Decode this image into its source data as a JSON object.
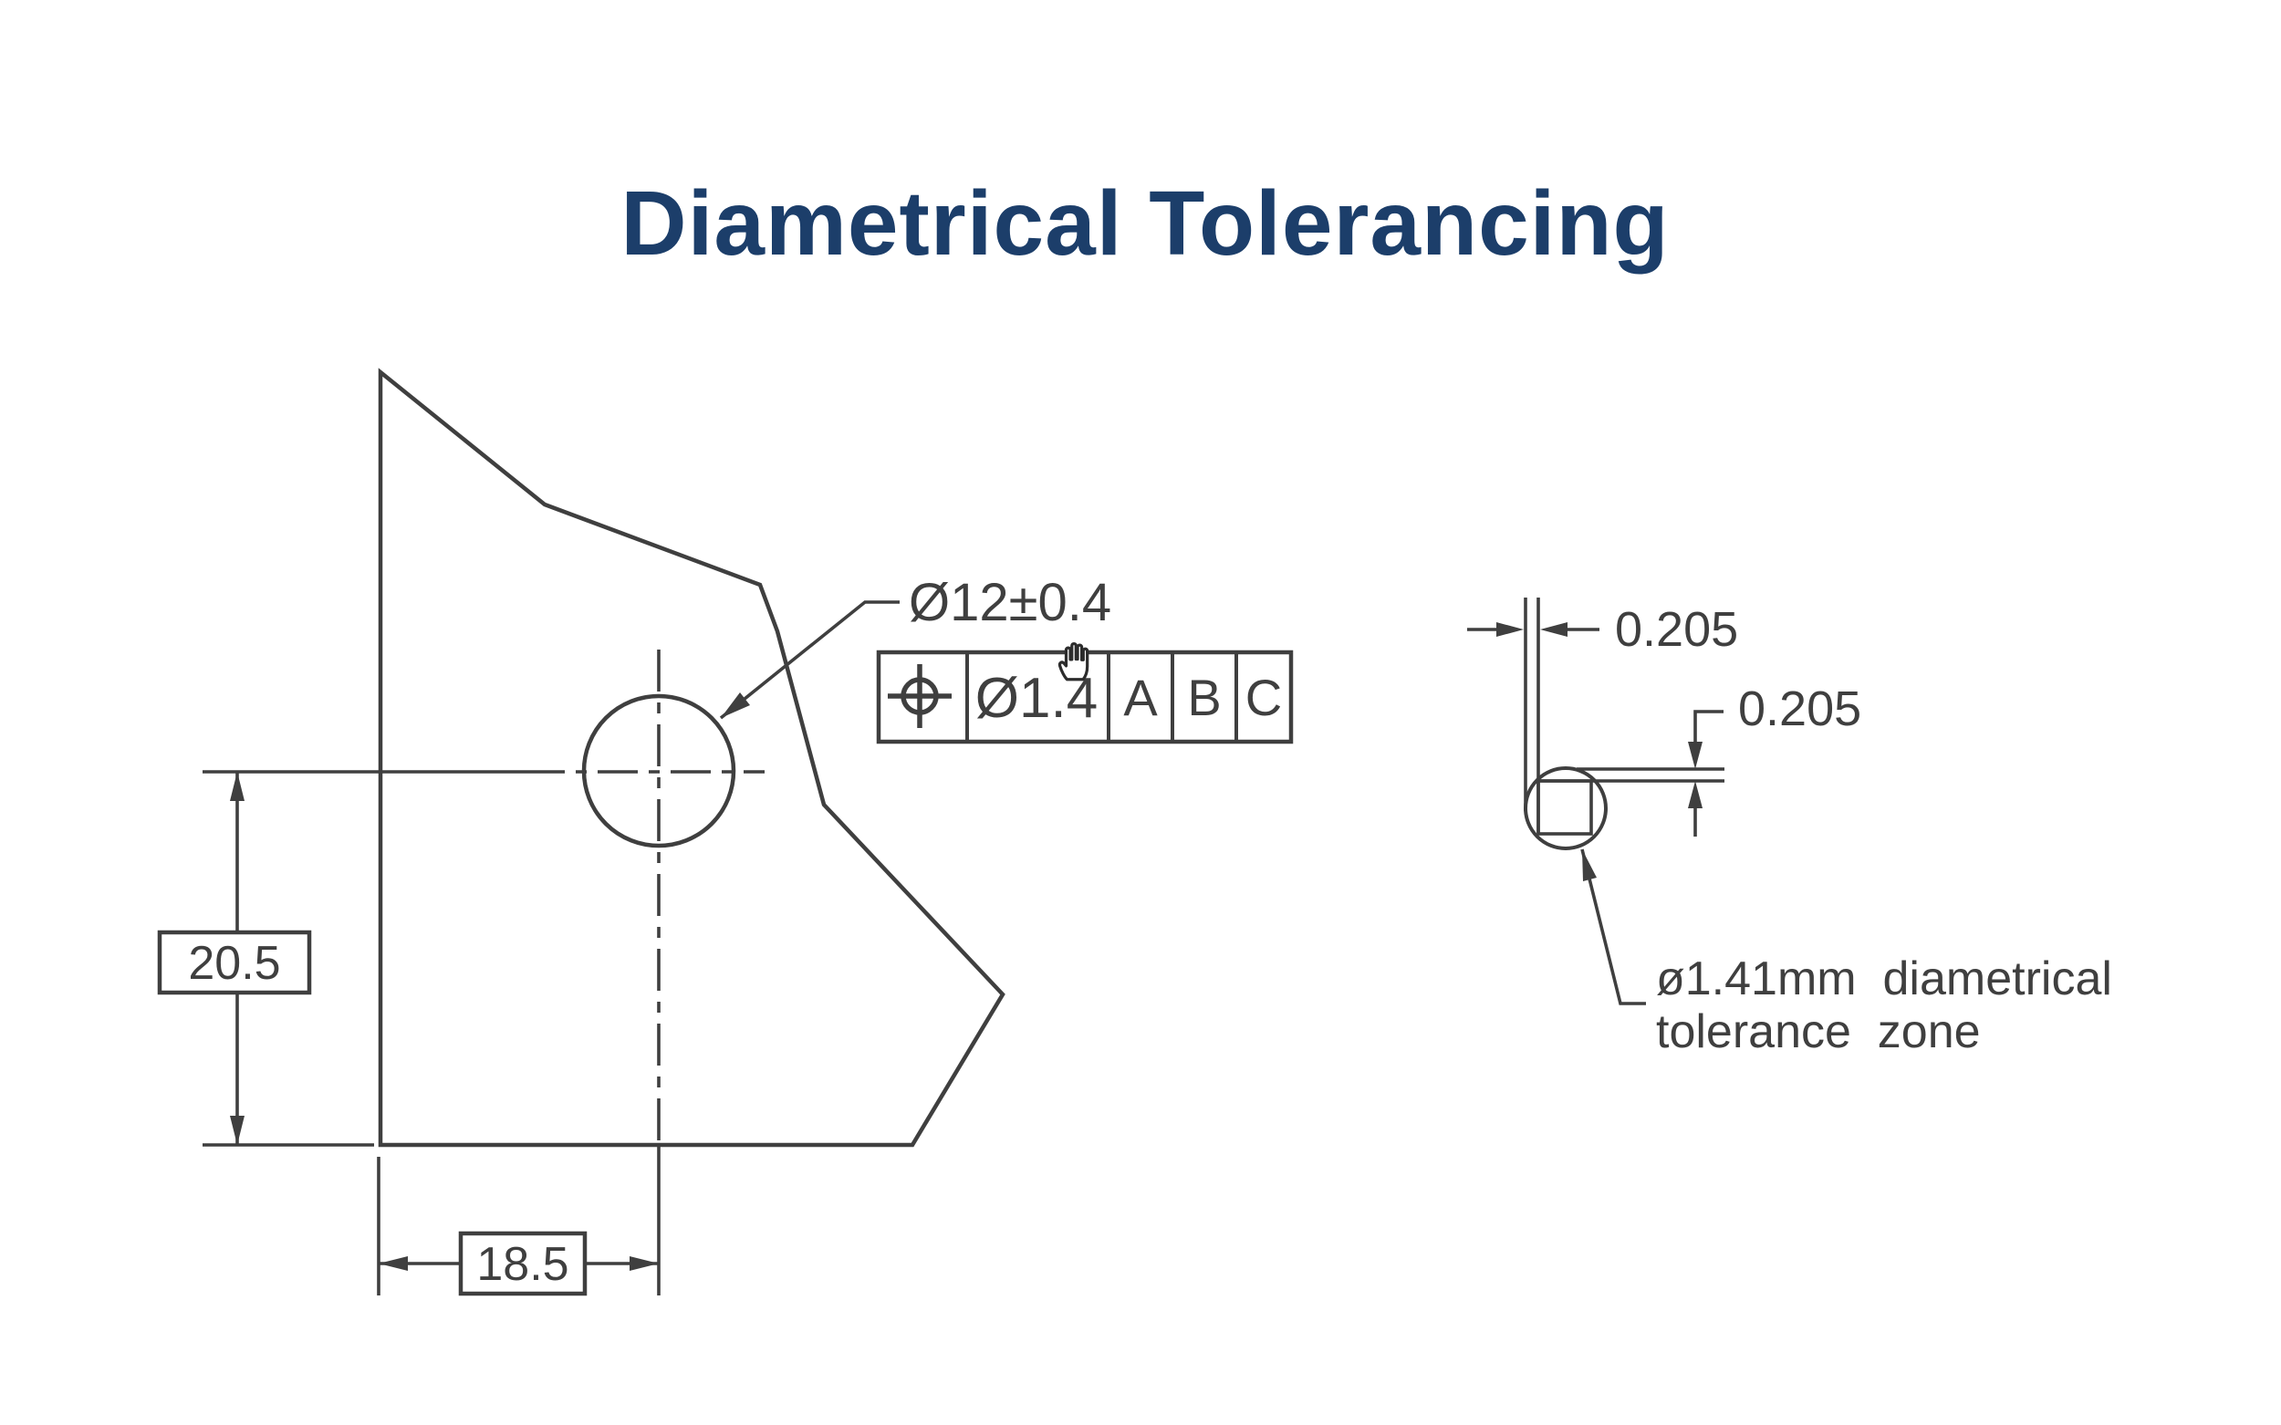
{
  "title": {
    "text": "Diametrical Tolerancing",
    "color": "#1c3e6a"
  },
  "drawing": {
    "line_color": "#3f3f3f",
    "left_view": {
      "hole_callout": "Ø12±0.4",
      "vertical_dim": "20.5",
      "horizontal_dim": "18.5",
      "fcf": {
        "symbol_icon": "position-tolerance-icon",
        "tolerance": "Ø1.4",
        "datums": [
          "A",
          "B",
          "C"
        ]
      }
    },
    "right_view": {
      "zone_width_dim": "0.205",
      "zone_height_dim": "0.205",
      "note_line1": "ø1.41mm  diametrical",
      "note_line2": "tolerance  zone"
    },
    "cursor": "hand-cursor"
  }
}
